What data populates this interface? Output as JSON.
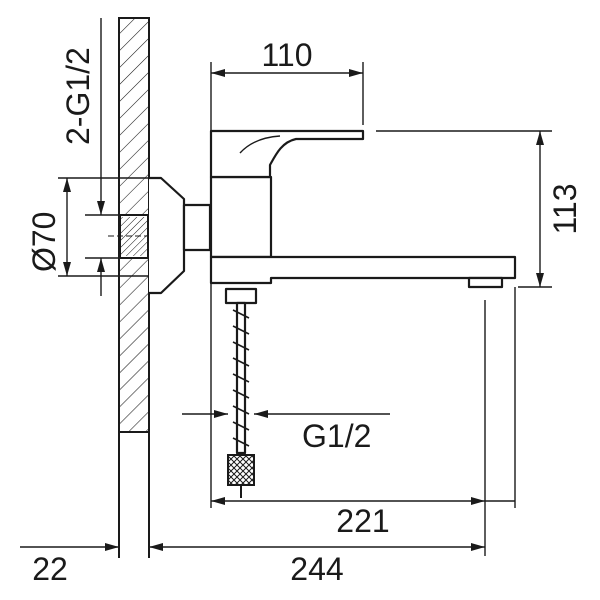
{
  "labels": {
    "thread_connection": "2-G1/2",
    "flange_diameter": "Ø70",
    "handle_width": "110",
    "total_height": "113",
    "hose_thread": "G1/2",
    "spout_reach": "221",
    "wall_offset": "22",
    "total_length": "244"
  }
}
